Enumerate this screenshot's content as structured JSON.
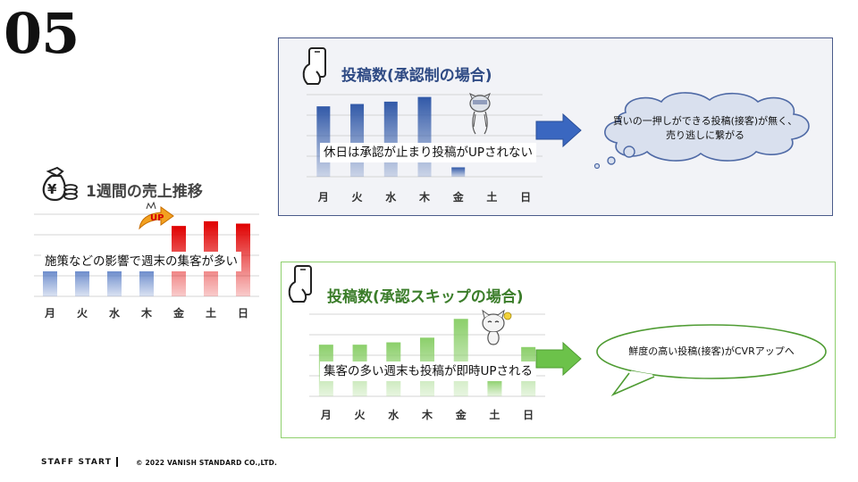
{
  "slide": {
    "number": "05"
  },
  "sales": {
    "title": "1週間の売上推移",
    "caption": "施策などの影響で週末の集客が多い",
    "up_badge": "UP"
  },
  "approval": {
    "title": "投稿数(承認制の場合)",
    "caption": "休日は承認が止まり投稿がUPされない",
    "result_line1": "買いの一押しができる投稿(接客)が無く、",
    "result_line2": "売り逃しに繋がる"
  },
  "skip": {
    "title": "投稿数(承認スキップの場合)",
    "caption": "集客の多い週末も投稿が即時UPされる",
    "result": "鮮度の高い投稿(接客)がCVRアップへ"
  },
  "footer": {
    "brand": "STAFF START",
    "copyright": "© 2022 VANISH STANDARD CO.,LTD."
  },
  "colors": {
    "sales_weekday": "#4a72c0",
    "sales_weekend": "#e00000",
    "approval_bar": "#3159a8",
    "skip_bar": "#8bcf6a",
    "arrow_blue": "#3a67c0",
    "arrow_green": "#6cc24a",
    "cloud_fill": "#d9e0ee",
    "cloud_stroke": "#4f6aa6",
    "approval_panel_bg": "#f2f3f7"
  },
  "icons": [
    "money-bag-icon",
    "smartphone-icon",
    "up-arrow-icon",
    "tired-cat-icon",
    "happy-cat-icon"
  ],
  "chart_data": [
    {
      "type": "bar",
      "title": "1週間の売上推移",
      "categories": [
        "月",
        "火",
        "水",
        "木",
        "金",
        "土",
        "日"
      ],
      "values": [
        1.4,
        1.4,
        1.4,
        1.4,
        3.0,
        3.2,
        3.1
      ],
      "ylim": [
        0,
        3.5
      ],
      "grid": true
    },
    {
      "type": "bar",
      "title": "投稿数(承認制の場合)",
      "categories": [
        "月",
        "火",
        "水",
        "木",
        "金",
        "土",
        "日"
      ],
      "values": [
        3.0,
        3.1,
        3.2,
        3.4,
        0.4,
        0,
        0
      ],
      "ylim": [
        0,
        3.5
      ],
      "grid": true
    },
    {
      "type": "bar",
      "title": "投稿数(承認スキップの場合)",
      "categories": [
        "月",
        "火",
        "水",
        "木",
        "金",
        "土",
        "日"
      ],
      "values": [
        2.2,
        2.2,
        2.3,
        2.5,
        3.3,
        0.7,
        2.1
      ],
      "ylim": [
        0,
        3.5
      ],
      "grid": true
    }
  ]
}
